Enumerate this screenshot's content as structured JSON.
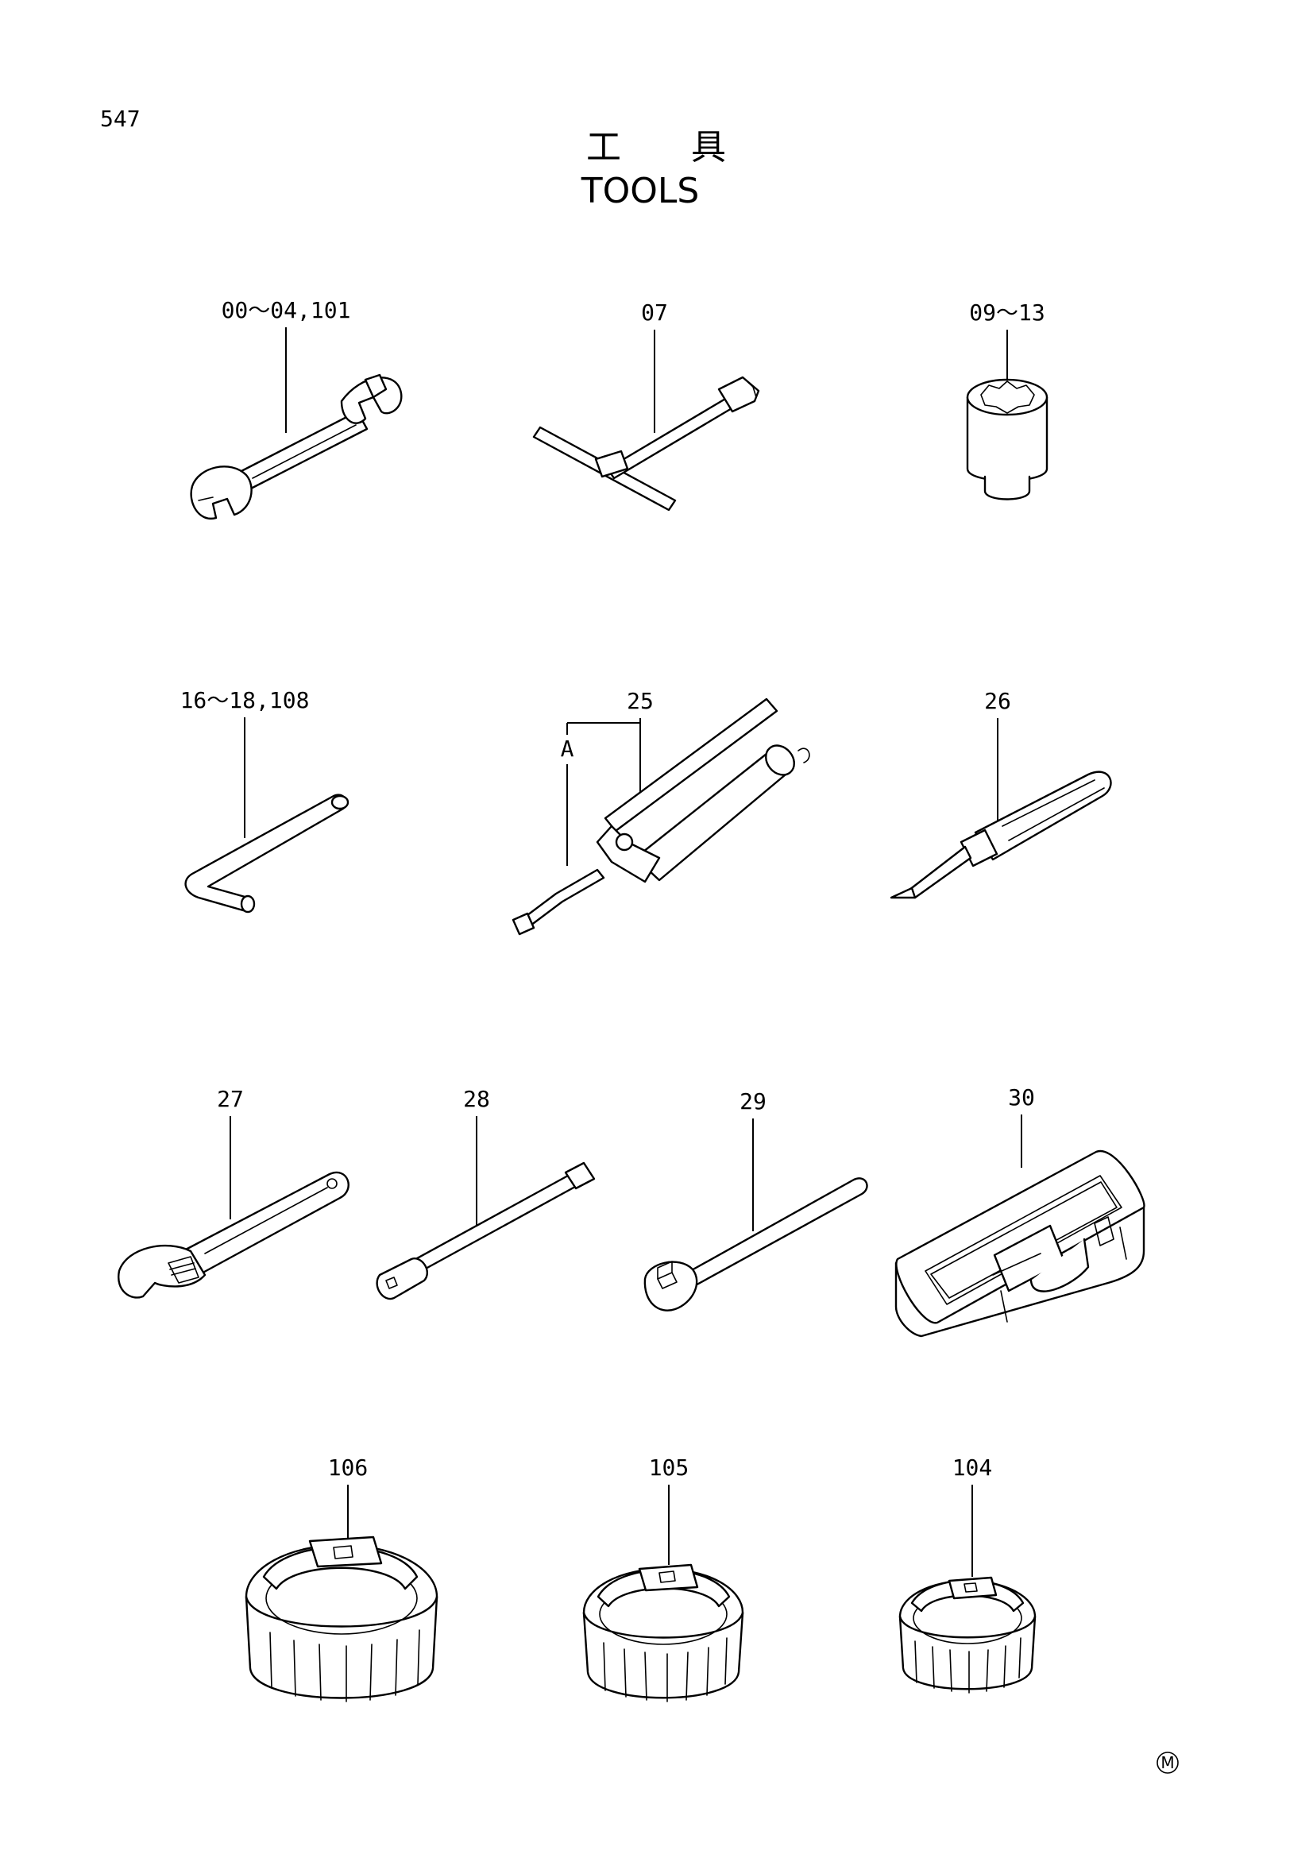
{
  "page": {
    "number": "547",
    "title_jp": "工　　具",
    "title_en": "TOOLS",
    "mark": "M"
  },
  "parts": [
    {
      "callout": "00～04,101",
      "icon": "double-open-end-wrench-icon"
    },
    {
      "callout": "07",
      "icon": "t-handle-socket-wrench-icon"
    },
    {
      "callout": "09～13",
      "icon": "socket-icon"
    },
    {
      "callout": "16～18,108",
      "icon": "hex-key-icon"
    },
    {
      "callout": "25",
      "icon": "grease-gun-icon",
      "sub_label": "A"
    },
    {
      "callout": "26",
      "icon": "screwdriver-icon"
    },
    {
      "callout": "27",
      "icon": "adjustable-wrench-icon"
    },
    {
      "callout": "28",
      "icon": "extension-bar-icon"
    },
    {
      "callout": "29",
      "icon": "ratchet-handle-icon"
    },
    {
      "callout": "30",
      "icon": "tool-case-icon"
    },
    {
      "callout": "106",
      "icon": "filter-wrench-cup-large-icon"
    },
    {
      "callout": "105",
      "icon": "filter-wrench-cup-medium-icon"
    },
    {
      "callout": "104",
      "icon": "filter-wrench-cup-small-icon"
    }
  ]
}
